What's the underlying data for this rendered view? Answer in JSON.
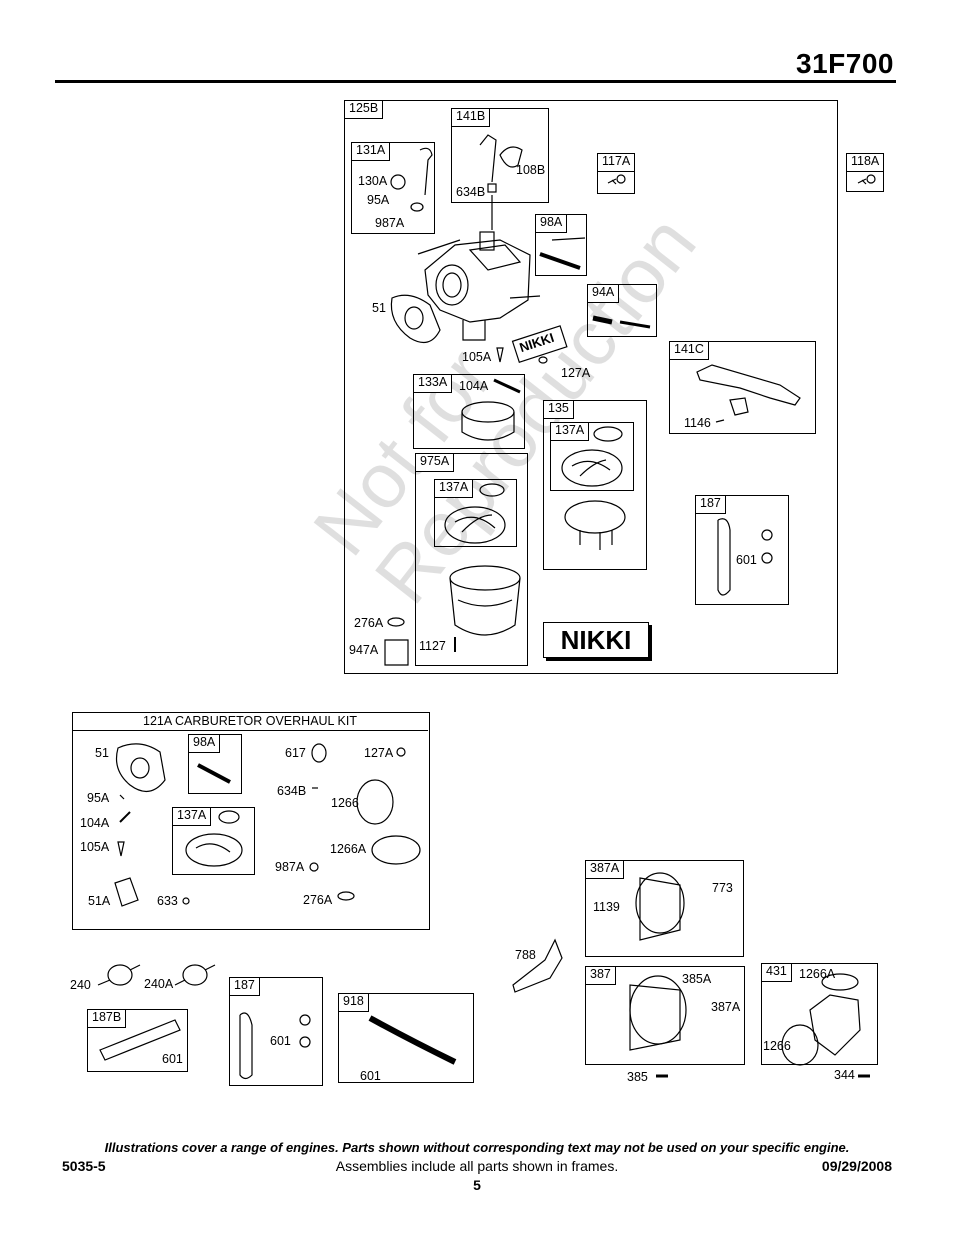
{
  "header": {
    "title": "31F700"
  },
  "watermark": {
    "line1": "Not for",
    "line2": "Reproduction"
  },
  "upper": {
    "frames": {
      "f125B": "125B",
      "f141B": "141B",
      "f131A": "131A",
      "f117A": "117A",
      "f118A": "118A",
      "f98A": "98A",
      "f94A": "94A",
      "f141C": "141C",
      "f133A": "133A",
      "f135": "135",
      "f137A_a": "137A",
      "f975A": "975A",
      "f137A_b": "137A",
      "f187": "187"
    },
    "labels": {
      "l108B": "108B",
      "l634B": "634B",
      "l130A": "130A",
      "l95A": "95A",
      "l987A": "987A",
      "l51": "51",
      "l105A": "105A",
      "l127A": "127A",
      "l104A": "104A",
      "l1146": "1146",
      "l601": "601",
      "l276A": "276A",
      "l947A": "947A",
      "l1127": "1127"
    },
    "brand": "NIKKI",
    "brand_small": "NIKKI"
  },
  "kit": {
    "title": "121A CARBURETOR OVERHAUL KIT",
    "frames": {
      "f98A": "98A",
      "f137A": "137A"
    },
    "labels": {
      "l51": "51",
      "l617": "617",
      "l127A": "127A",
      "l95A": "95A",
      "l634B": "634B",
      "l104A": "104A",
      "l1266": "1266",
      "l105A": "105A",
      "l1266A": "1266A",
      "l987A": "987A",
      "l51A": "51A",
      "l633": "633",
      "l276A": "276A"
    }
  },
  "lower": {
    "frames": {
      "f187B": "187B",
      "f187": "187",
      "f918": "918",
      "f387A": "387A",
      "f387": "387",
      "f431": "431"
    },
    "labels": {
      "l240": "240",
      "l240A": "240A",
      "l601a": "601",
      "l601b": "601",
      "l601c": "601",
      "l788": "788",
      "l773": "773",
      "l1139": "1139",
      "l385A": "385A",
      "l387A": "387A",
      "l385": "385",
      "l1266A": "1266A",
      "l1266": "1266",
      "l344": "344"
    }
  },
  "footer": {
    "note": "Illustrations cover a range of engines. Parts shown without corresponding text may not be used on your specific engine.",
    "code": "5035-5",
    "assemblies": "Assemblies include all parts shown in frames.",
    "date": "09/29/2008",
    "page": "5"
  }
}
